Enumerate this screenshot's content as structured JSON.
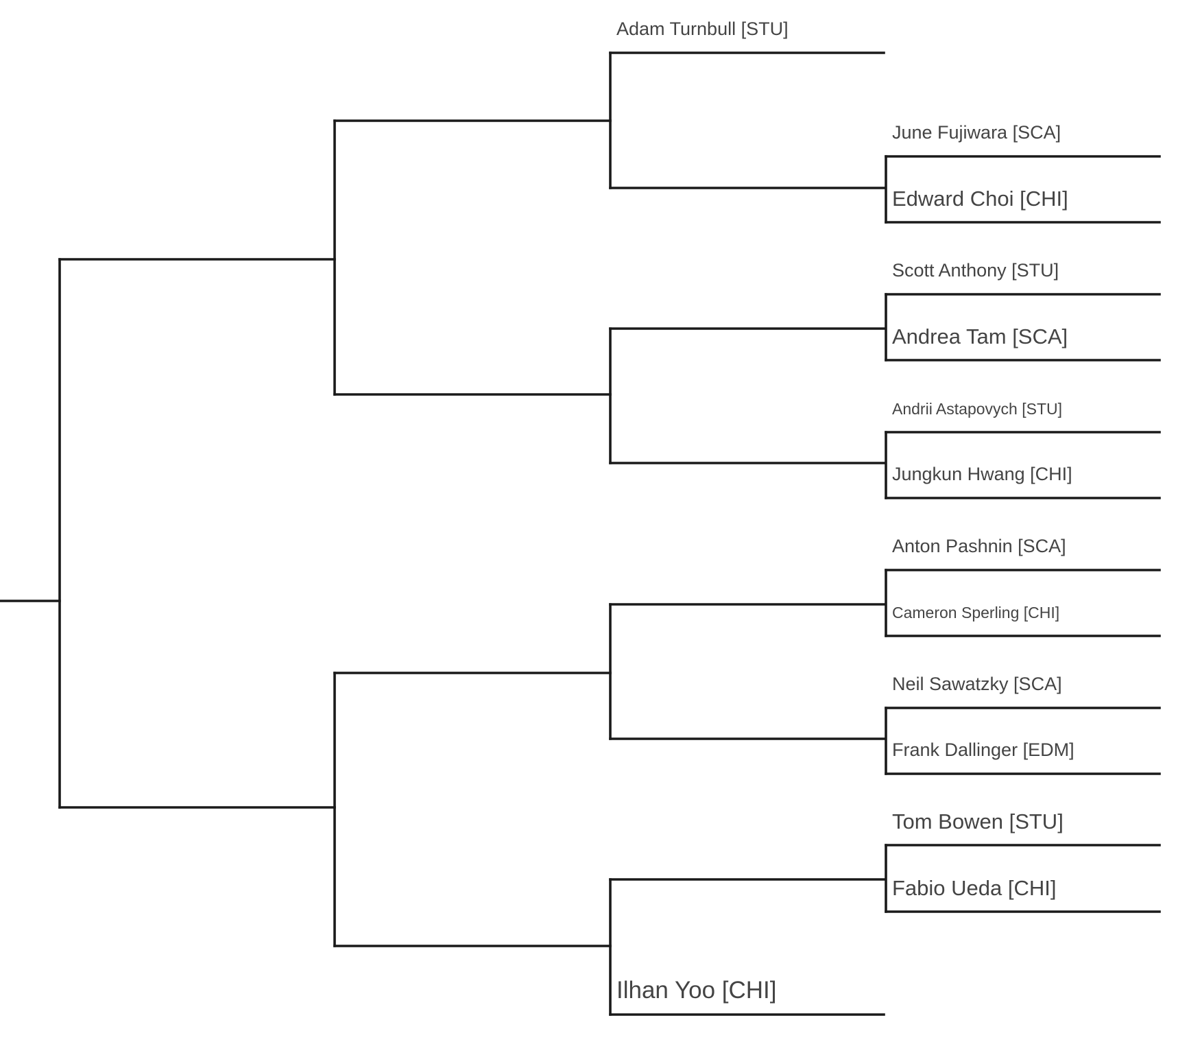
{
  "bracket": {
    "title": "",
    "round_3": {
      "top_seed": "Adam Turnbull [STU]",
      "bottom_seed": "Ilhan Yoo [CHI]"
    },
    "round_4": [
      {
        "top": "June Fujiwara [SCA]",
        "bottom": "Edward Choi [CHI]"
      },
      {
        "top": "Scott Anthony [STU]",
        "bottom": "Andrea Tam [SCA]"
      },
      {
        "top": "Andrii Astapovych [STU]",
        "bottom": "Jungkun Hwang [CHI]"
      },
      {
        "top": "Anton Pashnin [SCA]",
        "bottom": "Cameron Sperling [CHI]"
      },
      {
        "top": "Neil Sawatzky [SCA]",
        "bottom": "Frank Dallinger [EDM]"
      },
      {
        "top": "Tom Bowen [STU]",
        "bottom": "Fabio Ueda [CHI]"
      }
    ],
    "winner": "",
    "line_color": "#1a1a1a",
    "text_color": "#444444"
  }
}
